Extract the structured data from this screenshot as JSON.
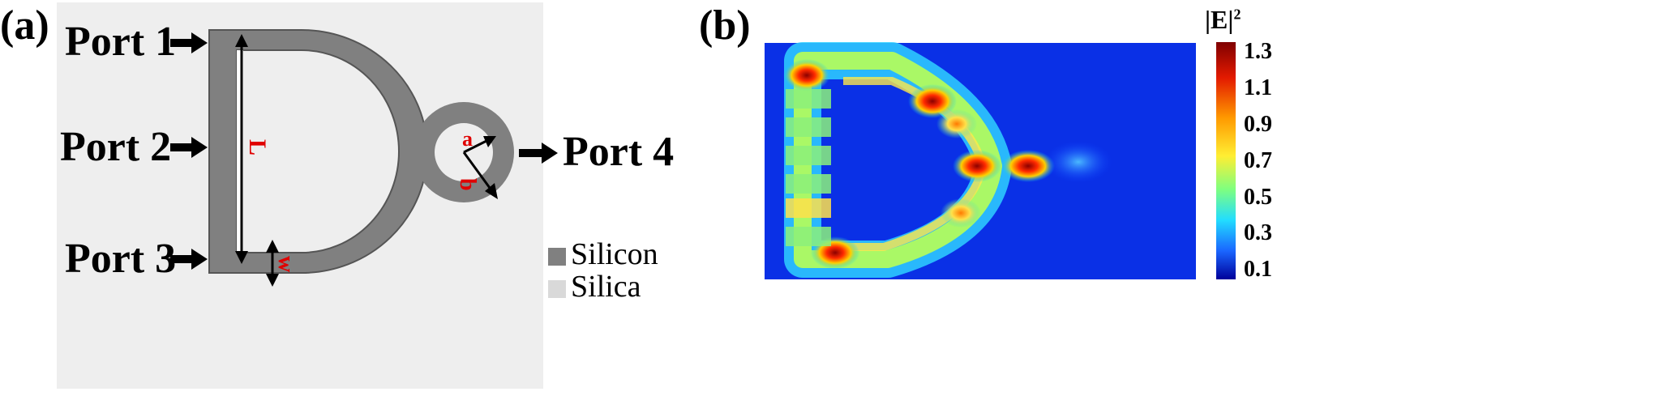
{
  "panel_a": {
    "label": "(a)",
    "ports": [
      "Port 1",
      "Port 2",
      "Port 3",
      "Port 4"
    ],
    "dimensions": {
      "length": "L",
      "width": "w",
      "inner_radius": "a",
      "outer_radius": "b"
    },
    "legend": [
      {
        "label": "Silicon",
        "color": "#808080"
      },
      {
        "label": "Silica",
        "color": "#d9d9d9"
      }
    ],
    "colors": {
      "background": "#eeeeee",
      "silicon": "#808080",
      "silica": "#eeeeee",
      "dimension": "#e00000"
    }
  },
  "panel_b": {
    "label": "(b)",
    "colorbar": {
      "title": "|E|",
      "title_superscript": "2",
      "ticks": [
        "1.3",
        "1.1",
        "0.9",
        "0.7",
        "0.5",
        "0.3",
        "0.1"
      ],
      "range": [
        0.1,
        1.3
      ]
    }
  }
}
